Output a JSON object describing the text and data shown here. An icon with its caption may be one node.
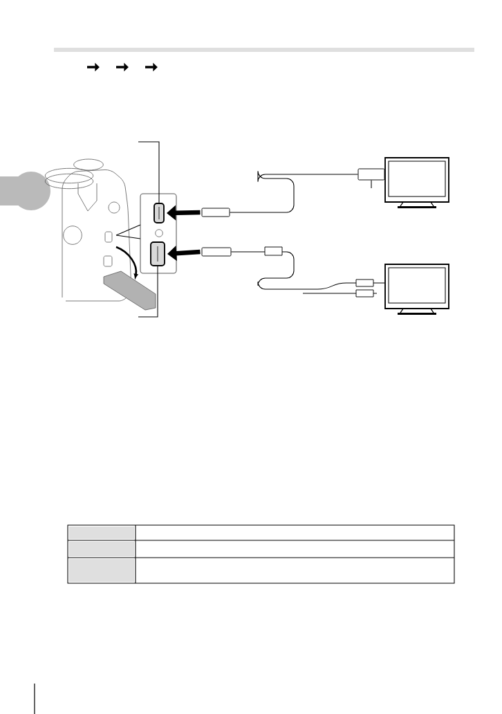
{
  "diagram": {
    "nodes": [
      {
        "text": [],
        "shape": "port"
      },
      {
        "text": [],
        "shape": "port"
      },
      {
        "text": [],
        "shape": "plug"
      },
      {
        "text": [],
        "shape": "plug"
      },
      {
        "text": [],
        "shape": "monitor"
      },
      {
        "text": [],
        "shape": "monitor"
      },
      {
        "text": [],
        "shape": "plug"
      }
    ],
    "edges": [
      {
        "from": 2,
        "to": 0,
        "arrow": "to",
        "style": "thick"
      },
      {
        "from": 3,
        "to": 1,
        "arrow": "to",
        "style": "thick"
      },
      {
        "from": 2,
        "to": 6,
        "arrow": "none"
      },
      {
        "from": 3,
        "to": 5,
        "arrow": "none"
      },
      {
        "from": null,
        "to": 0,
        "arrow": "none"
      },
      {
        "from": null,
        "to": 1,
        "arrow": "none"
      },
      {
        "from": null,
        "to": 6,
        "arrow": "none"
      }
    ]
  }
}
